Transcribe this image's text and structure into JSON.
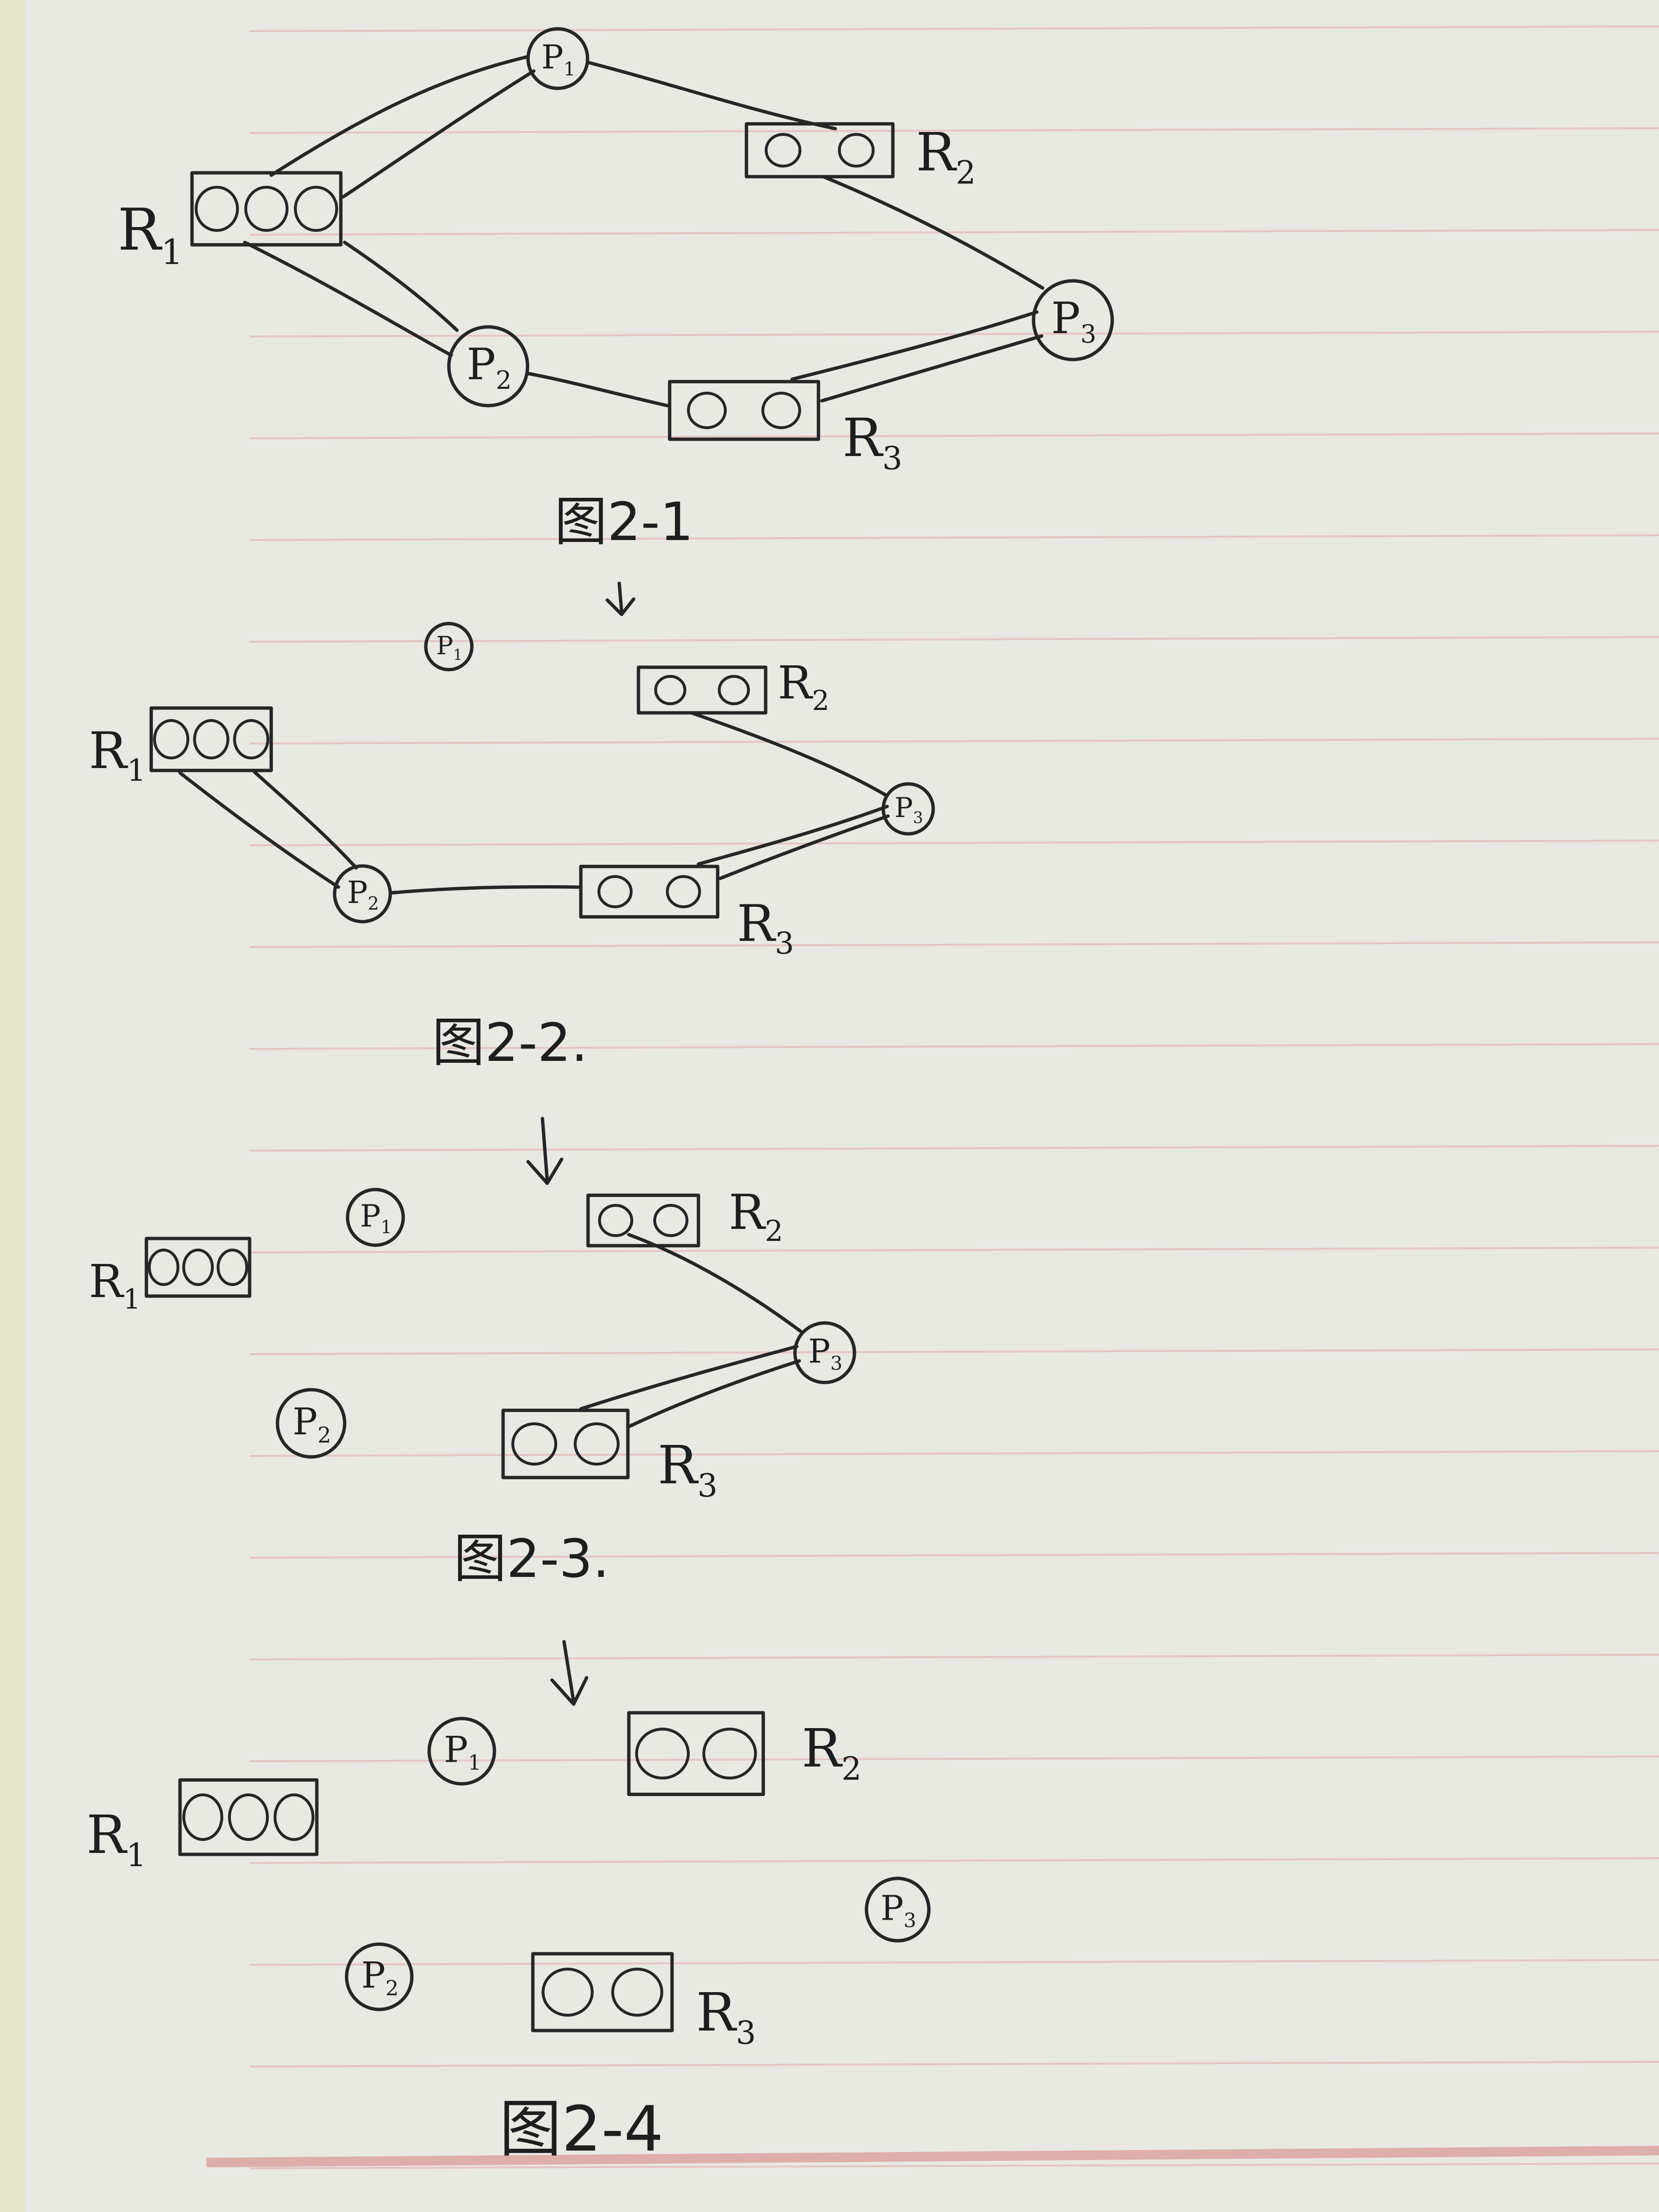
{
  "palette": {
    "paper": "#e9e9e4",
    "rule": "#e2b6b4",
    "margin_rule": "#d98f8c",
    "ink": "#262626",
    "left_strip": "#e3e6c8"
  },
  "figures": [
    {
      "caption": "图2-1",
      "processes": [
        {
          "id": "P1",
          "name": "P",
          "sub": "1"
        },
        {
          "id": "P2",
          "name": "P",
          "sub": "2"
        },
        {
          "id": "P3",
          "name": "P",
          "sub": "3"
        }
      ],
      "resources": [
        {
          "id": "R1",
          "name": "R",
          "sub": "1",
          "instances": 3
        },
        {
          "id": "R2",
          "name": "R",
          "sub": "2",
          "instances": 2
        },
        {
          "id": "R3",
          "name": "R",
          "sub": "3",
          "instances": 2
        }
      ],
      "edges": [
        {
          "from": "R1",
          "to": "P1"
        },
        {
          "from": "R1",
          "to": "P1"
        },
        {
          "from": "P1",
          "to": "R2"
        },
        {
          "from": "R2",
          "to": "P3"
        },
        {
          "from": "R3",
          "to": "P3"
        },
        {
          "from": "P3",
          "to": "R3"
        },
        {
          "from": "R3",
          "to": "P2"
        },
        {
          "from": "R1",
          "to": "P2"
        },
        {
          "from": "P2",
          "to": "R1"
        }
      ]
    },
    {
      "caption": "图2-2.",
      "processes": [
        {
          "id": "P1",
          "name": "P",
          "sub": "1"
        },
        {
          "id": "P2",
          "name": "P",
          "sub": "2"
        },
        {
          "id": "P3",
          "name": "P",
          "sub": "3"
        }
      ],
      "resources": [
        {
          "id": "R1",
          "name": "R",
          "sub": "1",
          "instances": 3
        },
        {
          "id": "R2",
          "name": "R",
          "sub": "2",
          "instances": 2
        },
        {
          "id": "R3",
          "name": "R",
          "sub": "3",
          "instances": 2
        }
      ],
      "edges": [
        {
          "from": "R2",
          "to": "P3"
        },
        {
          "from": "R3",
          "to": "P3"
        },
        {
          "from": "P3",
          "to": "R3"
        },
        {
          "from": "R3",
          "to": "P2"
        },
        {
          "from": "R1",
          "to": "P2"
        },
        {
          "from": "P2",
          "to": "R1"
        }
      ]
    },
    {
      "caption": "图2-3.",
      "processes": [
        {
          "id": "P1",
          "name": "P",
          "sub": "1"
        },
        {
          "id": "P2",
          "name": "P",
          "sub": "2"
        },
        {
          "id": "P3",
          "name": "P",
          "sub": "3"
        }
      ],
      "resources": [
        {
          "id": "R1",
          "name": "R",
          "sub": "1",
          "instances": 3
        },
        {
          "id": "R2",
          "name": "R",
          "sub": "2",
          "instances": 2
        },
        {
          "id": "R3",
          "name": "R",
          "sub": "3",
          "instances": 2
        }
      ],
      "edges": [
        {
          "from": "R2",
          "to": "P3"
        },
        {
          "from": "R3",
          "to": "P3"
        },
        {
          "from": "P3",
          "to": "R3"
        }
      ]
    },
    {
      "caption": "图2-4",
      "processes": [
        {
          "id": "P1",
          "name": "P",
          "sub": "1"
        },
        {
          "id": "P2",
          "name": "P",
          "sub": "2"
        },
        {
          "id": "P3",
          "name": "P",
          "sub": "3"
        }
      ],
      "resources": [
        {
          "id": "R1",
          "name": "R",
          "sub": "1",
          "instances": 3
        },
        {
          "id": "R2",
          "name": "R",
          "sub": "2",
          "instances": 2
        },
        {
          "id": "R3",
          "name": "R",
          "sub": "3",
          "instances": 2
        }
      ],
      "edges": []
    }
  ]
}
